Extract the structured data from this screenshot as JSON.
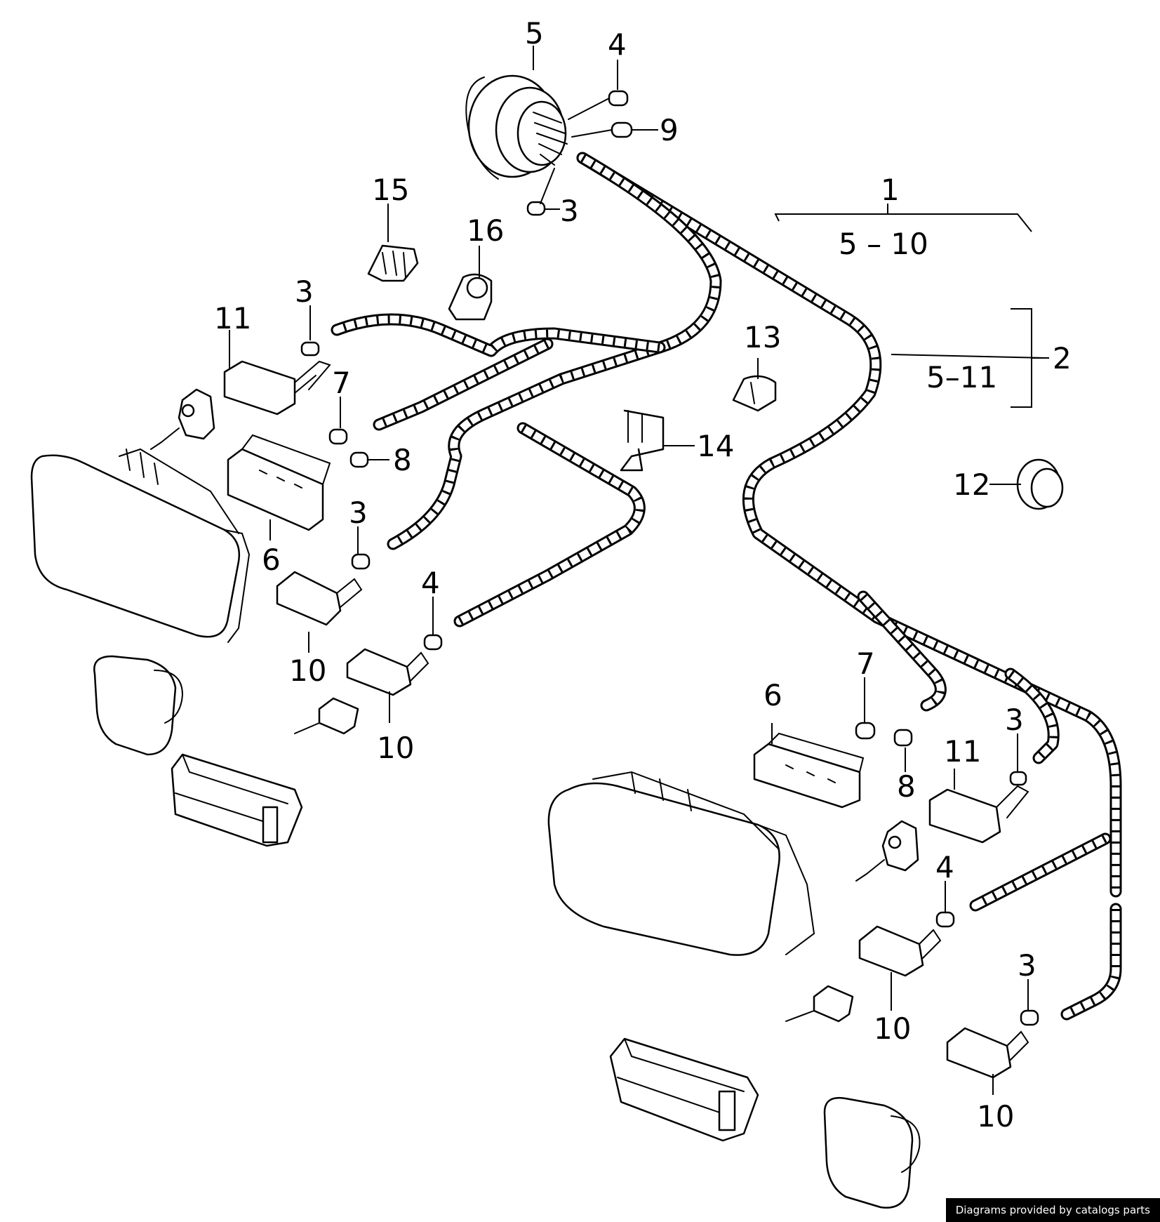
{
  "labels": {
    "l1": "1",
    "l1_range": "5 – 10",
    "l2": "2",
    "l2_range": "5–11",
    "l3a": "3",
    "l3b": "3",
    "l3c": "3",
    "l3d": "3",
    "l3e": "3",
    "l4a": "4",
    "l4b": "4",
    "l4c": "4",
    "l5": "5",
    "l6a": "6",
    "l6b": "6",
    "l7a": "7",
    "l7b": "7",
    "l8a": "8",
    "l8b": "8",
    "l9": "9",
    "l10a": "10",
    "l10b": "10",
    "l10c": "10",
    "l10d": "10",
    "l11a": "11",
    "l11b": "11",
    "l12": "12",
    "l13": "13",
    "l14": "14",
    "l15": "15",
    "l16": "16"
  },
  "watermark": "Diagrams provided by catalogs parts"
}
